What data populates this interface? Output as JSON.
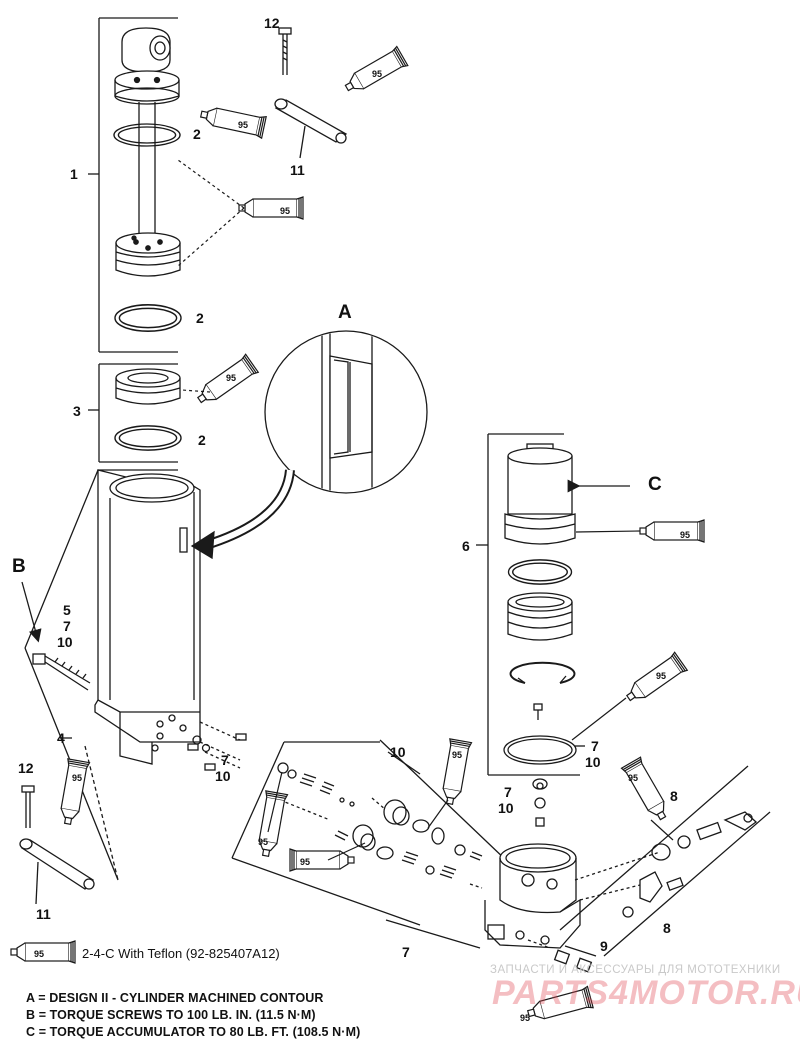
{
  "callouts": {
    "n1": "1",
    "n2a": "2",
    "n2b": "2",
    "n2c": "2",
    "n3": "3",
    "n4": "4",
    "n5_7_10": [
      "5",
      "7",
      "10"
    ],
    "n6": "6",
    "n7a": [
      "7",
      "10"
    ],
    "n7b": [
      "7",
      "10"
    ],
    "n7c": [
      "7",
      "10"
    ],
    "n7d": "7",
    "n8a": "8",
    "n8b": "8",
    "n9": "9",
    "n10": "10",
    "n11a": "11",
    "n11b": "11",
    "n12a": "12",
    "n12b": "12"
  },
  "details": {
    "a": "A",
    "b": "B",
    "c": "C"
  },
  "tube_label": "95",
  "legend": {
    "tube_label": "95",
    "text": "2-4-C  With Teflon (92-825407A12)"
  },
  "notes": {
    "a": "A = DESIGN II - CYLINDER MACHINED CONTOUR",
    "b": "B = TORQUE SCREWS TO 100 LB. IN. (11.5 N·M)",
    "c": "C = TORQUE ACCUMULATOR TO 80 LB. FT. (108.5 N·M)"
  },
  "watermark": {
    "line1": "ЗАПЧАСТИ И АКСЕССУАРЫ ДЛЯ МОТОТЕХНИКИ",
    "line2": "PARTS4MOTOR.RU"
  },
  "colors": {
    "line": "#1a1a1a",
    "watermark_red": "#e04650"
  }
}
